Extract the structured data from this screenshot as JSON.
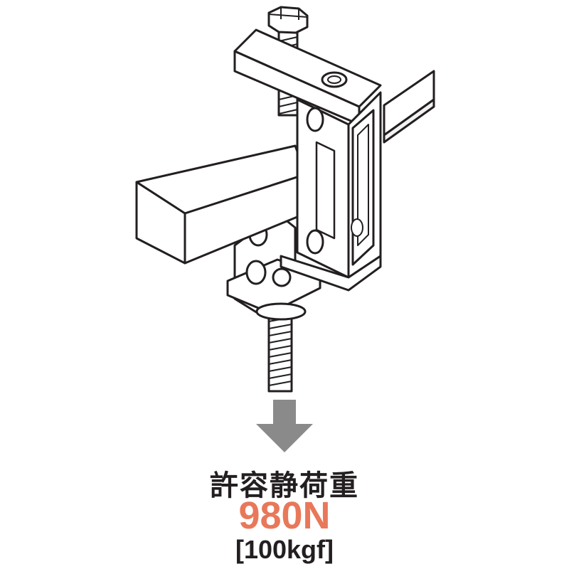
{
  "load": {
    "title": "許容静荷重",
    "value_n": "980N",
    "value_kgf": "[100kgf]"
  },
  "colors": {
    "line": "#231f20",
    "beam_fill": "#ffffff",
    "metal_fill": "#ffffff",
    "metal_shade": "#d9d9d9",
    "arrow": "#8a8a8a",
    "accent": "#e8785a"
  },
  "icons": [
    "beam-clamp-illustration",
    "down-arrow-icon"
  ]
}
